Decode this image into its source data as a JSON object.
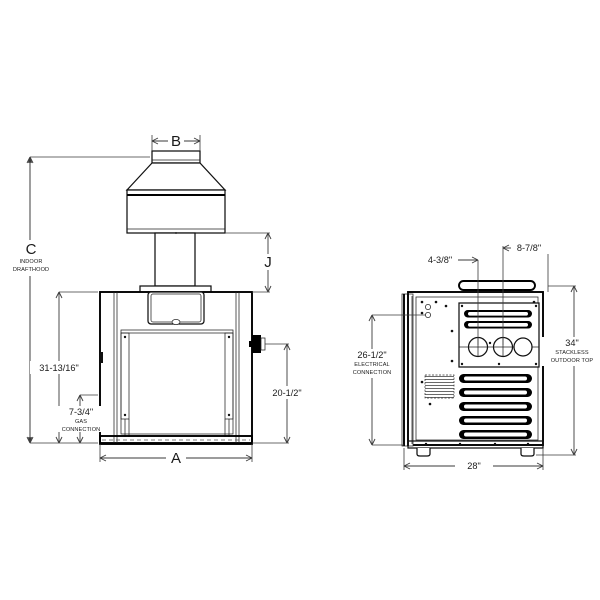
{
  "document": {
    "type": "technical-dimension-drawing",
    "subject": "pool heater elevation and side view",
    "background_color": "#ffffff",
    "line_color": "#111111",
    "text_color": "#1a1a1a"
  },
  "left_view": {
    "name": "front-elevation-with-indoor-drafthood",
    "dimensions": {
      "overall_height": {
        "label": "C",
        "sublabel_line1": "INDOOR",
        "sublabel_line2": "DRAFTHOOD"
      },
      "flue_collar_width": {
        "label": "B"
      },
      "drafthood_height": {
        "label": "J"
      },
      "body_height": {
        "label": "31-13/16\""
      },
      "gas_connection_height": {
        "label": "7-3/4\"",
        "sublabel_line1": "GAS",
        "sublabel_line2": "CONNECTION"
      },
      "gas_connection_from_top": {
        "label": "20-1/2\""
      },
      "overall_width": {
        "label": "A"
      }
    }
  },
  "right_view": {
    "name": "side-elevation-stackless-outdoor-top",
    "dimensions": {
      "port_offset_left": {
        "label": "4-3/8\""
      },
      "port_offset_right": {
        "label": "8-7/8\""
      },
      "electrical_connection_height": {
        "label": "26-1/2\"",
        "sublabel_line1": "ELECTRICAL",
        "sublabel_line2": "CONNECTION"
      },
      "overall_height": {
        "label": "34\"",
        "sublabel_line1": "STACKLESS",
        "sublabel_line2": "OUTDOOR TOP"
      },
      "overall_depth": {
        "label": "28\""
      }
    }
  }
}
